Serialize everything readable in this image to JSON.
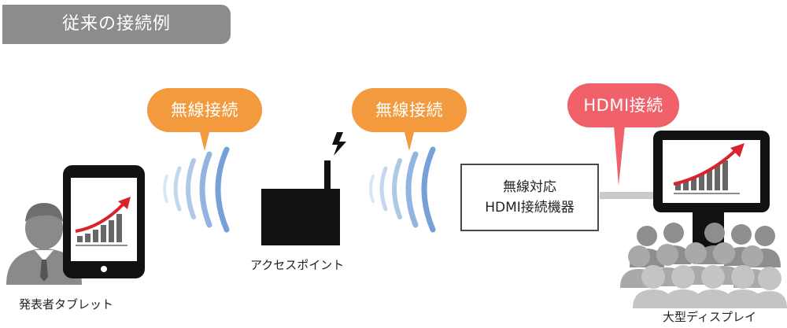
{
  "header": {
    "title": "従来の接続例"
  },
  "bubbles": {
    "wireless_left": "無線接続",
    "wireless_right": "無線接続",
    "hdmi": "HDMI接続"
  },
  "devices": {
    "presenter_tablet": "発表者タブレット",
    "access_point": "アクセスポイント",
    "hdmi_device_line1": "無線対応",
    "hdmi_device_line2": "HDMI接続機器",
    "large_display": "大型ディスプレイ"
  },
  "colors": {
    "header_bg": "#8c8c8c",
    "bubble_orange": "#f29a3d",
    "bubble_red": "#f0616a",
    "wave_blue": "#6f9bd6",
    "device_black": "#111111",
    "chart_red": "#d8232a",
    "person_gray": "#888888"
  },
  "icons": [
    "person-icon",
    "tablet-icon",
    "wifi-wave-icon",
    "router-icon",
    "lightning-icon",
    "display-icon",
    "audience-icon",
    "chart-arrow-icon"
  ]
}
